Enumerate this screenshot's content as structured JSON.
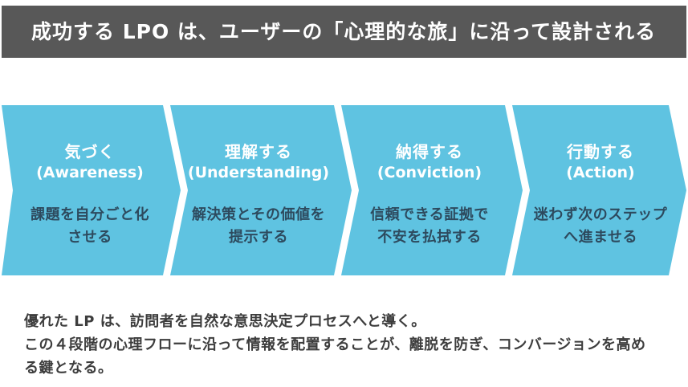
{
  "header": {
    "title": "成功する LPO は、ユーザーの「心理的な旅」に沿って設計される"
  },
  "stages": [
    {
      "name": "気づく",
      "en": "(Awareness)",
      "desc": "課題を自分ごと化\nさせる"
    },
    {
      "name": "理解する",
      "en": "(Understanding)",
      "desc": "解決策とその価値を\n提示する"
    },
    {
      "name": "納得する",
      "en": "(Conviction)",
      "desc": "信頼できる証拠で\n不安を払拭する"
    },
    {
      "name": "行動する",
      "en": "(Action)",
      "desc": "迷わず次のステップ\nへ進ませる"
    }
  ],
  "footer": {
    "text": "優れた LP は、訪問者を自然な意思決定プロセスへと導く。\nこの４段階の心理フローに沿って情報を配置することが、離脱を防ぎ、コンバージョンを高め\nる鍵となる。"
  },
  "colors": {
    "header_bg": "#585858",
    "header_text": "#ffffff",
    "arrow_fill": "#5fc3e1",
    "stage_title_text": "#ffffff",
    "stage_desc_text": "#2d4a5e",
    "footer_text": "#3d3d3d",
    "background": "#ffffff"
  }
}
